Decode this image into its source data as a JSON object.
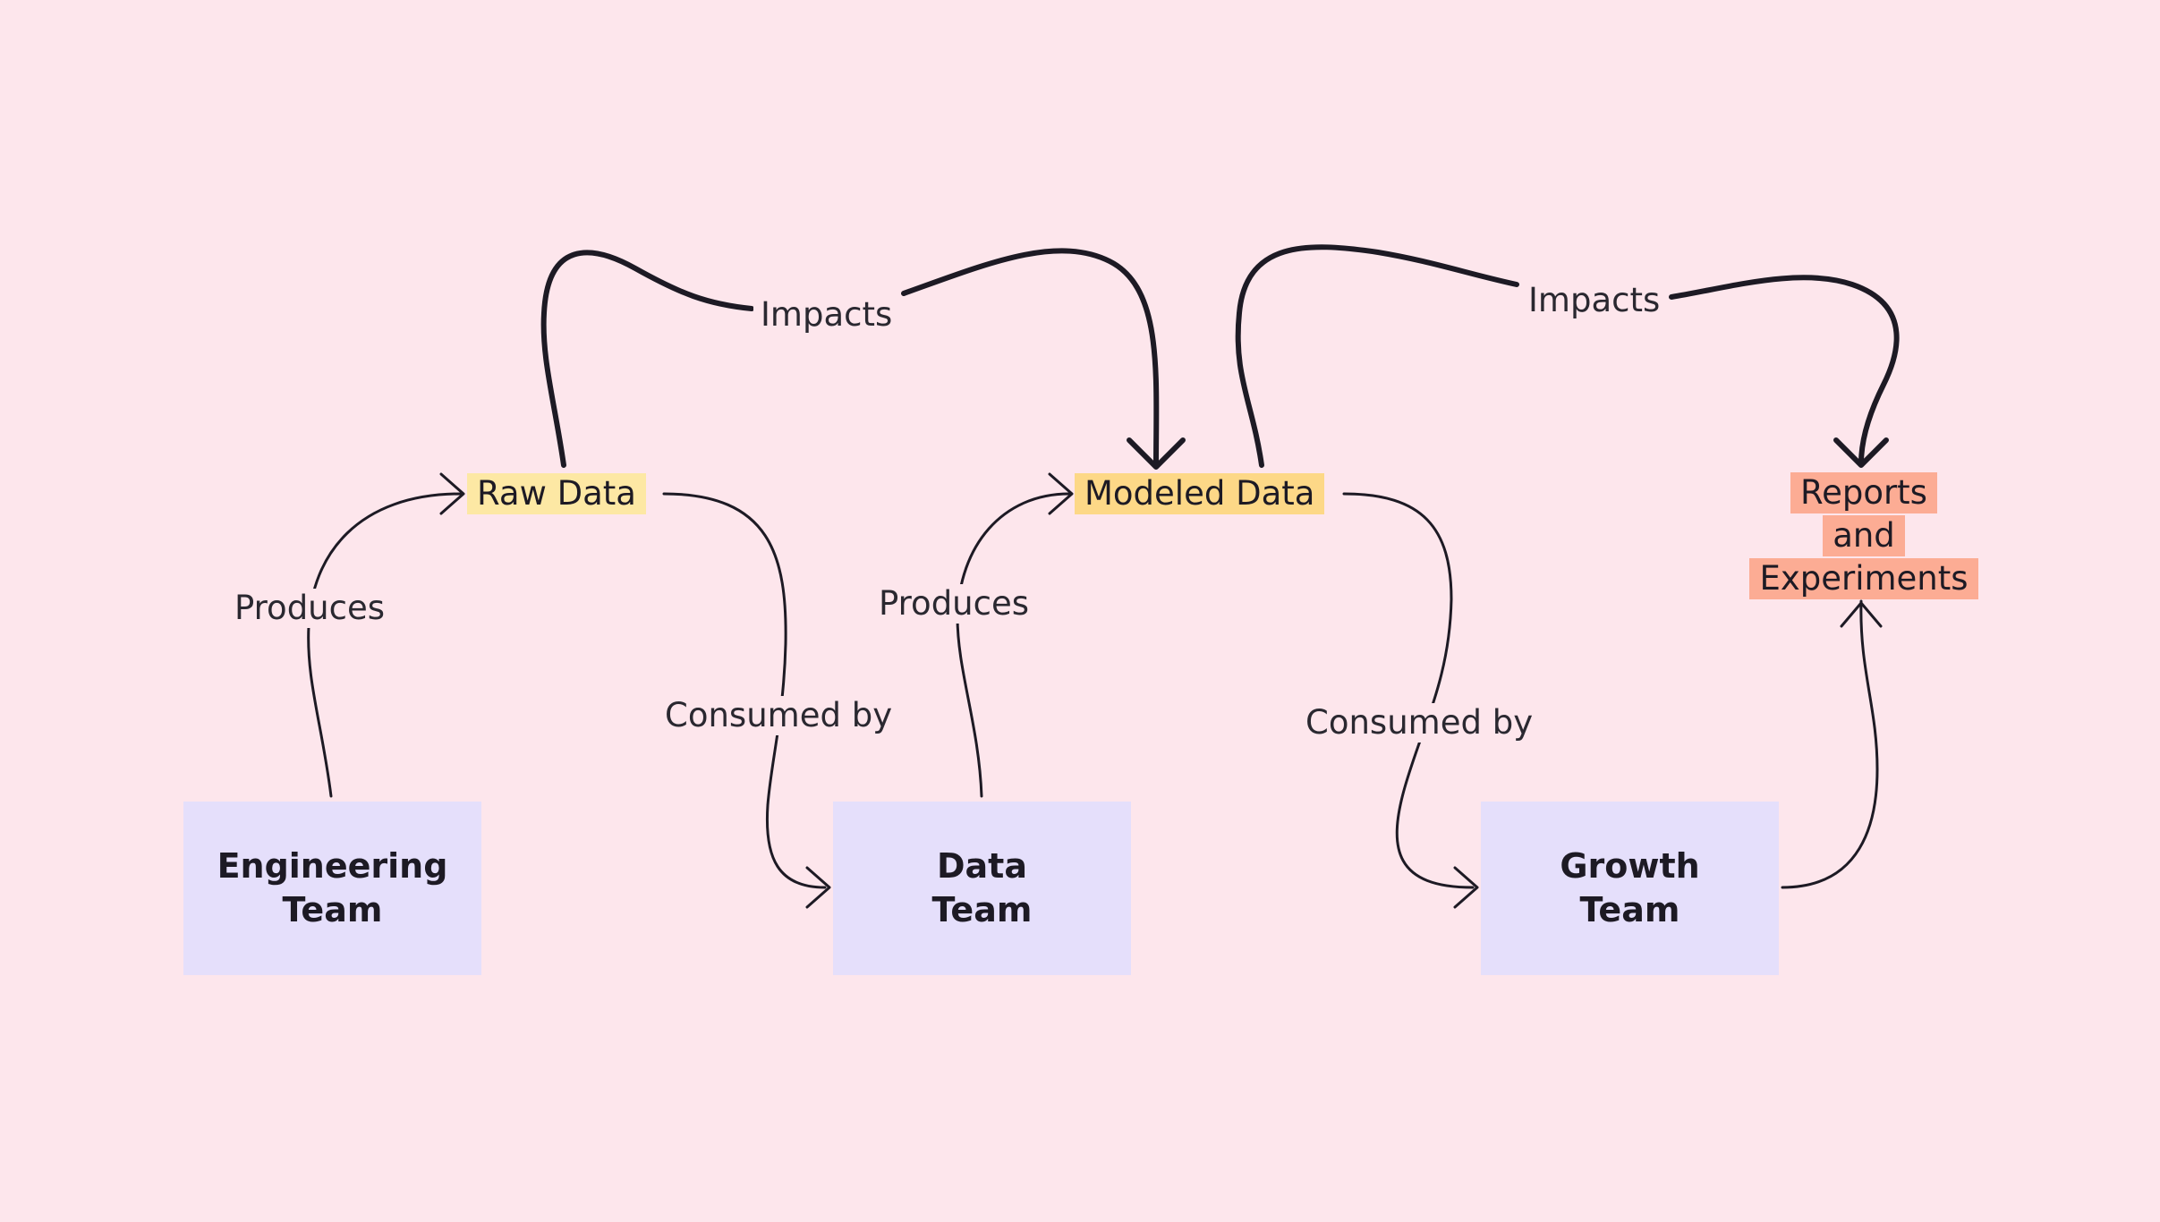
{
  "nodes": {
    "engineering_team": {
      "line1": "Engineering",
      "line2": "Team"
    },
    "data_team": {
      "line1": "Data",
      "line2": "Team"
    },
    "growth_team": {
      "line1": "Growth",
      "line2": "Team"
    },
    "raw_data": "Raw Data",
    "modeled_data": "Modeled Data",
    "reports": {
      "line1": "Reports",
      "line2": "and",
      "line3": "Experiments"
    }
  },
  "edges": {
    "produces_1": "Produces",
    "produces_2": "Produces",
    "consumed_by_1": "Consumed by",
    "consumed_by_2": "Consumed by",
    "impacts_1": "Impacts",
    "impacts_2": "Impacts"
  },
  "colors": {
    "background": "#fde6ec",
    "team_box": "#e5dffb",
    "raw_data": "#fde8a4",
    "modeled_data": "#fdd887",
    "reports": "#fcac94",
    "stroke": "#1d1a24"
  }
}
